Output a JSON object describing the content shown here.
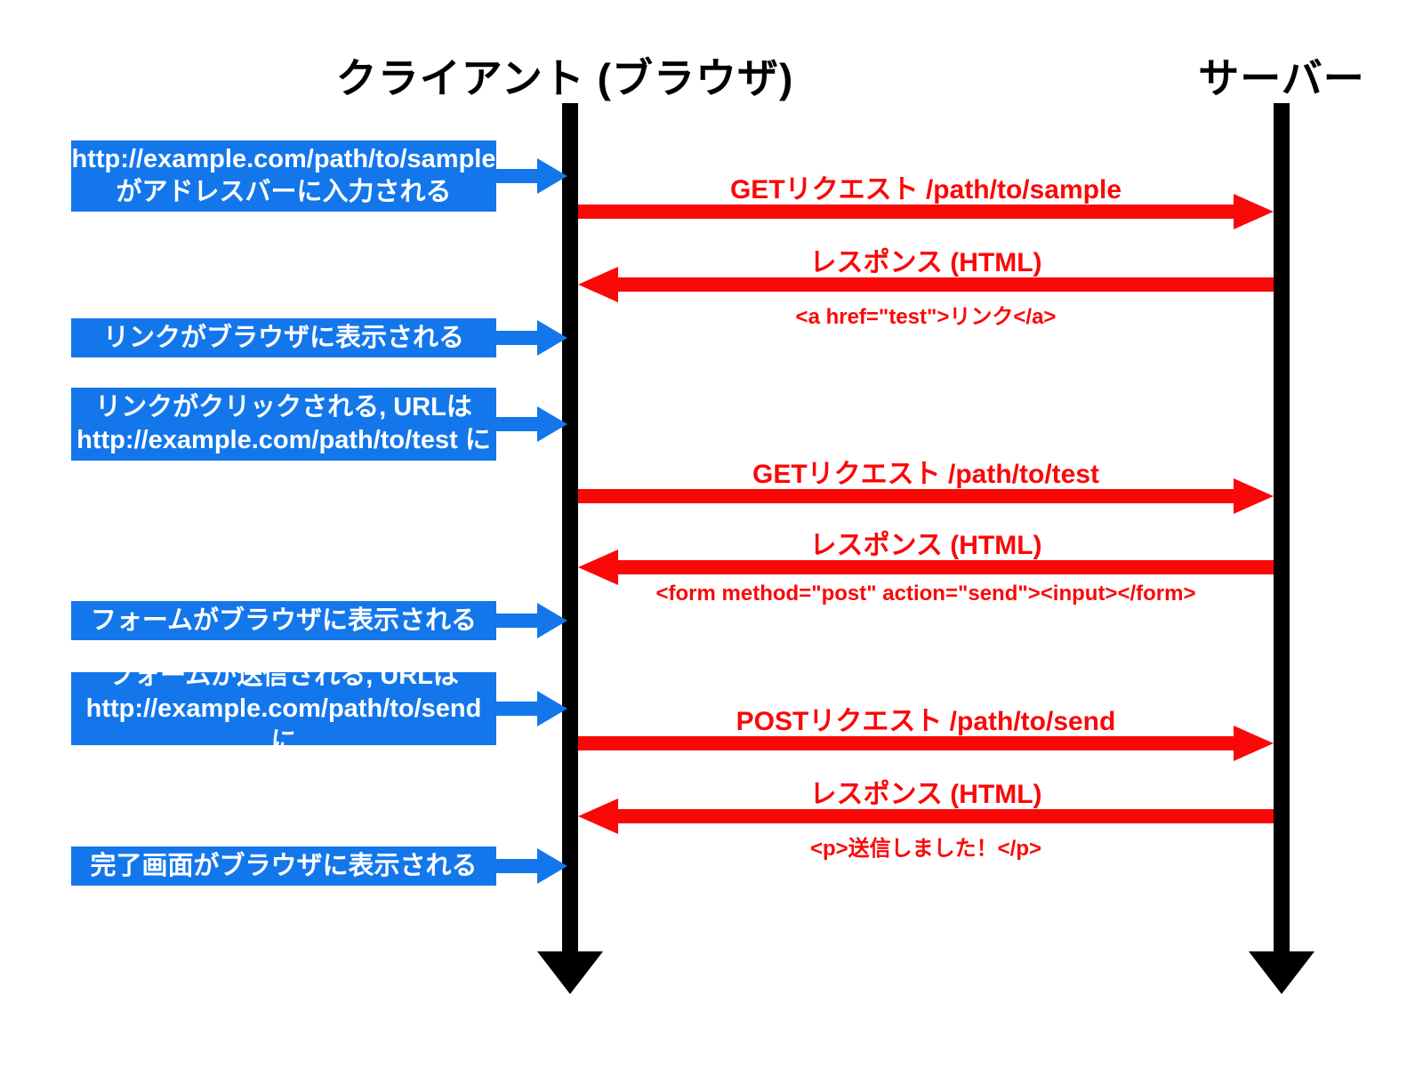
{
  "diagram": {
    "participants": [
      {
        "id": "client",
        "title": "クライアント (ブラウザ)"
      },
      {
        "id": "server",
        "title": "サーバー"
      }
    ],
    "client_events": [
      {
        "text": "http://example.com/path/to/sample\nがアドレスバーに入力される"
      },
      {
        "text": "リンクがブラウザに表示される"
      },
      {
        "text": "リンクがクリックされる, URLは\nhttp://example.com/path/to/test に"
      },
      {
        "text": "フォームがブラウザに表示される"
      },
      {
        "text": "フォームが送信される, URLは\nhttp://example.com/path/to/send に"
      },
      {
        "text": "完了画面がブラウザに表示される"
      }
    ],
    "messages": [
      {
        "label": "GETリクエスト /path/to/sample",
        "sub": "",
        "direction": "right"
      },
      {
        "label": "レスポンス (HTML)",
        "sub": "<a href=\"test\">リンク</a>",
        "direction": "left"
      },
      {
        "label": "GETリクエスト /path/to/test",
        "sub": "",
        "direction": "right"
      },
      {
        "label": "レスポンス (HTML)",
        "sub": "<form method=\"post\" action=\"send\"><input></form>",
        "direction": "left"
      },
      {
        "label": "POSTリクエスト /path/to/send",
        "sub": "",
        "direction": "right"
      },
      {
        "label": "レスポンス (HTML)",
        "sub": "<p>送信しました！</p>",
        "direction": "left"
      }
    ],
    "colors": {
      "blue": "#1377EB",
      "red": "#FA0808",
      "black": "#000000",
      "text_on_blue": "#FFFFFF"
    }
  }
}
